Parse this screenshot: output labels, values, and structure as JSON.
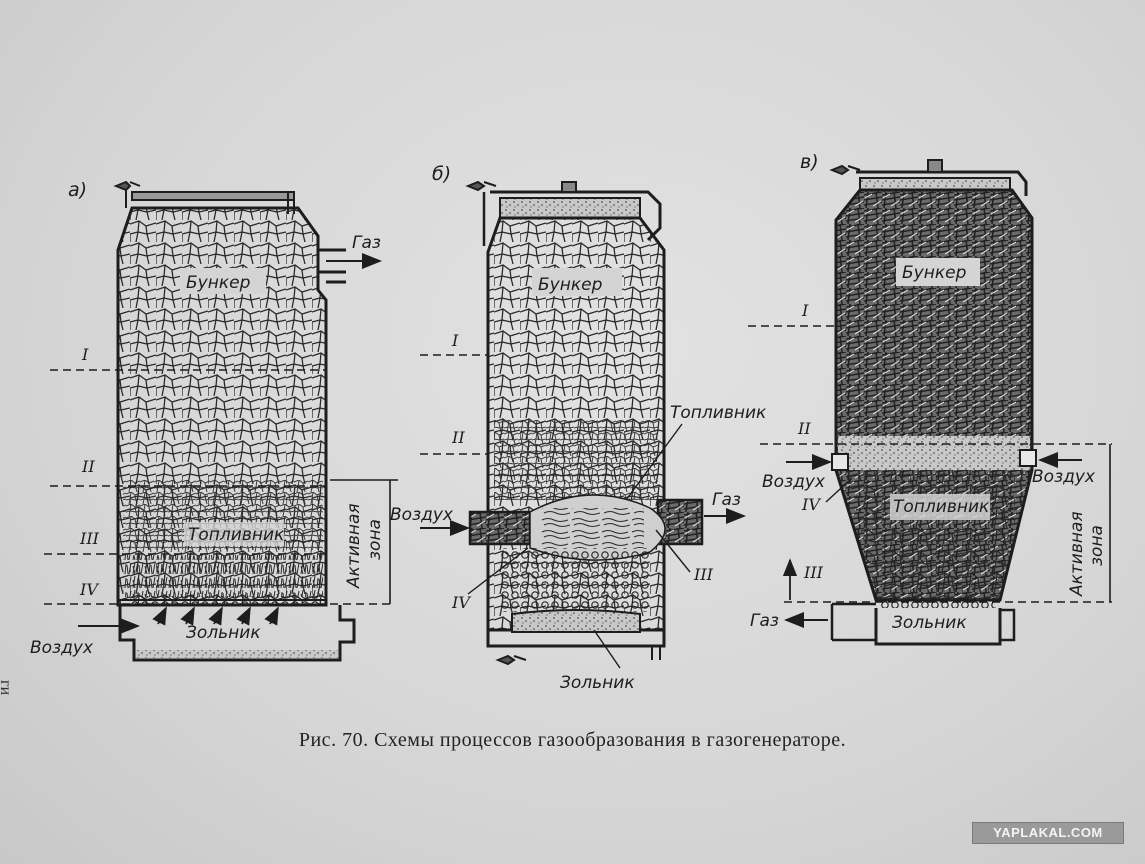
{
  "figure": {
    "caption": "Рис. 70. Схемы процессов газообразования в газогенераторе.",
    "watermark": "YAPLAKAL.COM",
    "edge_text": "ги"
  },
  "panel_a": {
    "letter": "а)",
    "bunker": "Бункер",
    "toplivnik": "Топливник",
    "zolnik": "Зольник",
    "gas": "Газ",
    "air": "Воздух",
    "active_zone_1": "Активная",
    "active_zone_2": "зона",
    "zones": [
      "I",
      "II",
      "III",
      "IV"
    ]
  },
  "panel_b": {
    "letter": "б)",
    "bunker": "Бункер",
    "toplivnik": "Топливник",
    "zolnik": "Зольник",
    "gas": "Газ",
    "air": "Воздух",
    "zones": [
      "I",
      "II",
      "III",
      "IV"
    ]
  },
  "panel_v": {
    "letter": "в)",
    "bunker": "Бункер",
    "toplivnik": "Топливник",
    "zolnik": "Зольник",
    "gas": "Газ",
    "air_left": "Воздух",
    "air_right": "Воздух",
    "active_zone_1": "Активная",
    "active_zone_2": "зона",
    "zones": [
      "I",
      "II",
      "III",
      "IV"
    ]
  }
}
